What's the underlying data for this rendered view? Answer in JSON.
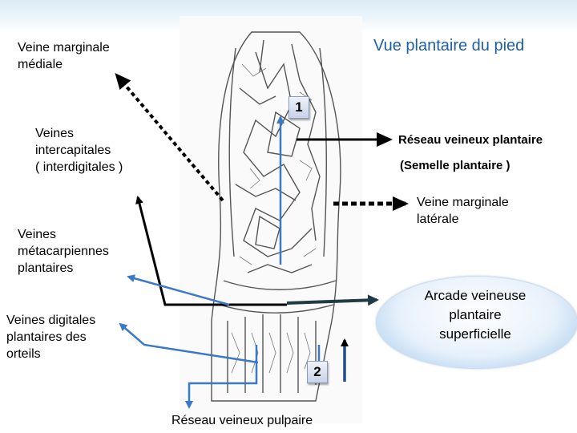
{
  "title": "Vue plantaire du pied",
  "labels": {
    "veine_marginale_mediale": [
      "Veine marginale",
      "médiale"
    ],
    "veines_intercapitales": [
      "Veines",
      "intercapitales",
      "( interdigitales )"
    ],
    "veines_metacarpiennes": [
      "Veines",
      "métacarpiennes",
      "plantaires"
    ],
    "veines_digitales": [
      "Veines digitales",
      "plantaires des",
      "orteils"
    ],
    "reseau_veineux_plantaire": "Réseau veineux plantaire",
    "semelle_plantaire": "(Semelle plantaire )",
    "veine_marginale_laterale": [
      "Veine marginale",
      "latérale"
    ],
    "arcade_veineuse": [
      "Arcade veineuse",
      "plantaire",
      "superficielle"
    ],
    "reseau_veineux_pulpaire": "Réseau veineux pulpaire"
  },
  "markers": {
    "one": "1",
    "two": "2"
  },
  "colors": {
    "title": "#1f5fa8",
    "blue_arrow": "#3a78c8",
    "dark_arrow": "#000000",
    "teal_arrow": "#1e3c44",
    "bubble": "#9cc5ea"
  }
}
